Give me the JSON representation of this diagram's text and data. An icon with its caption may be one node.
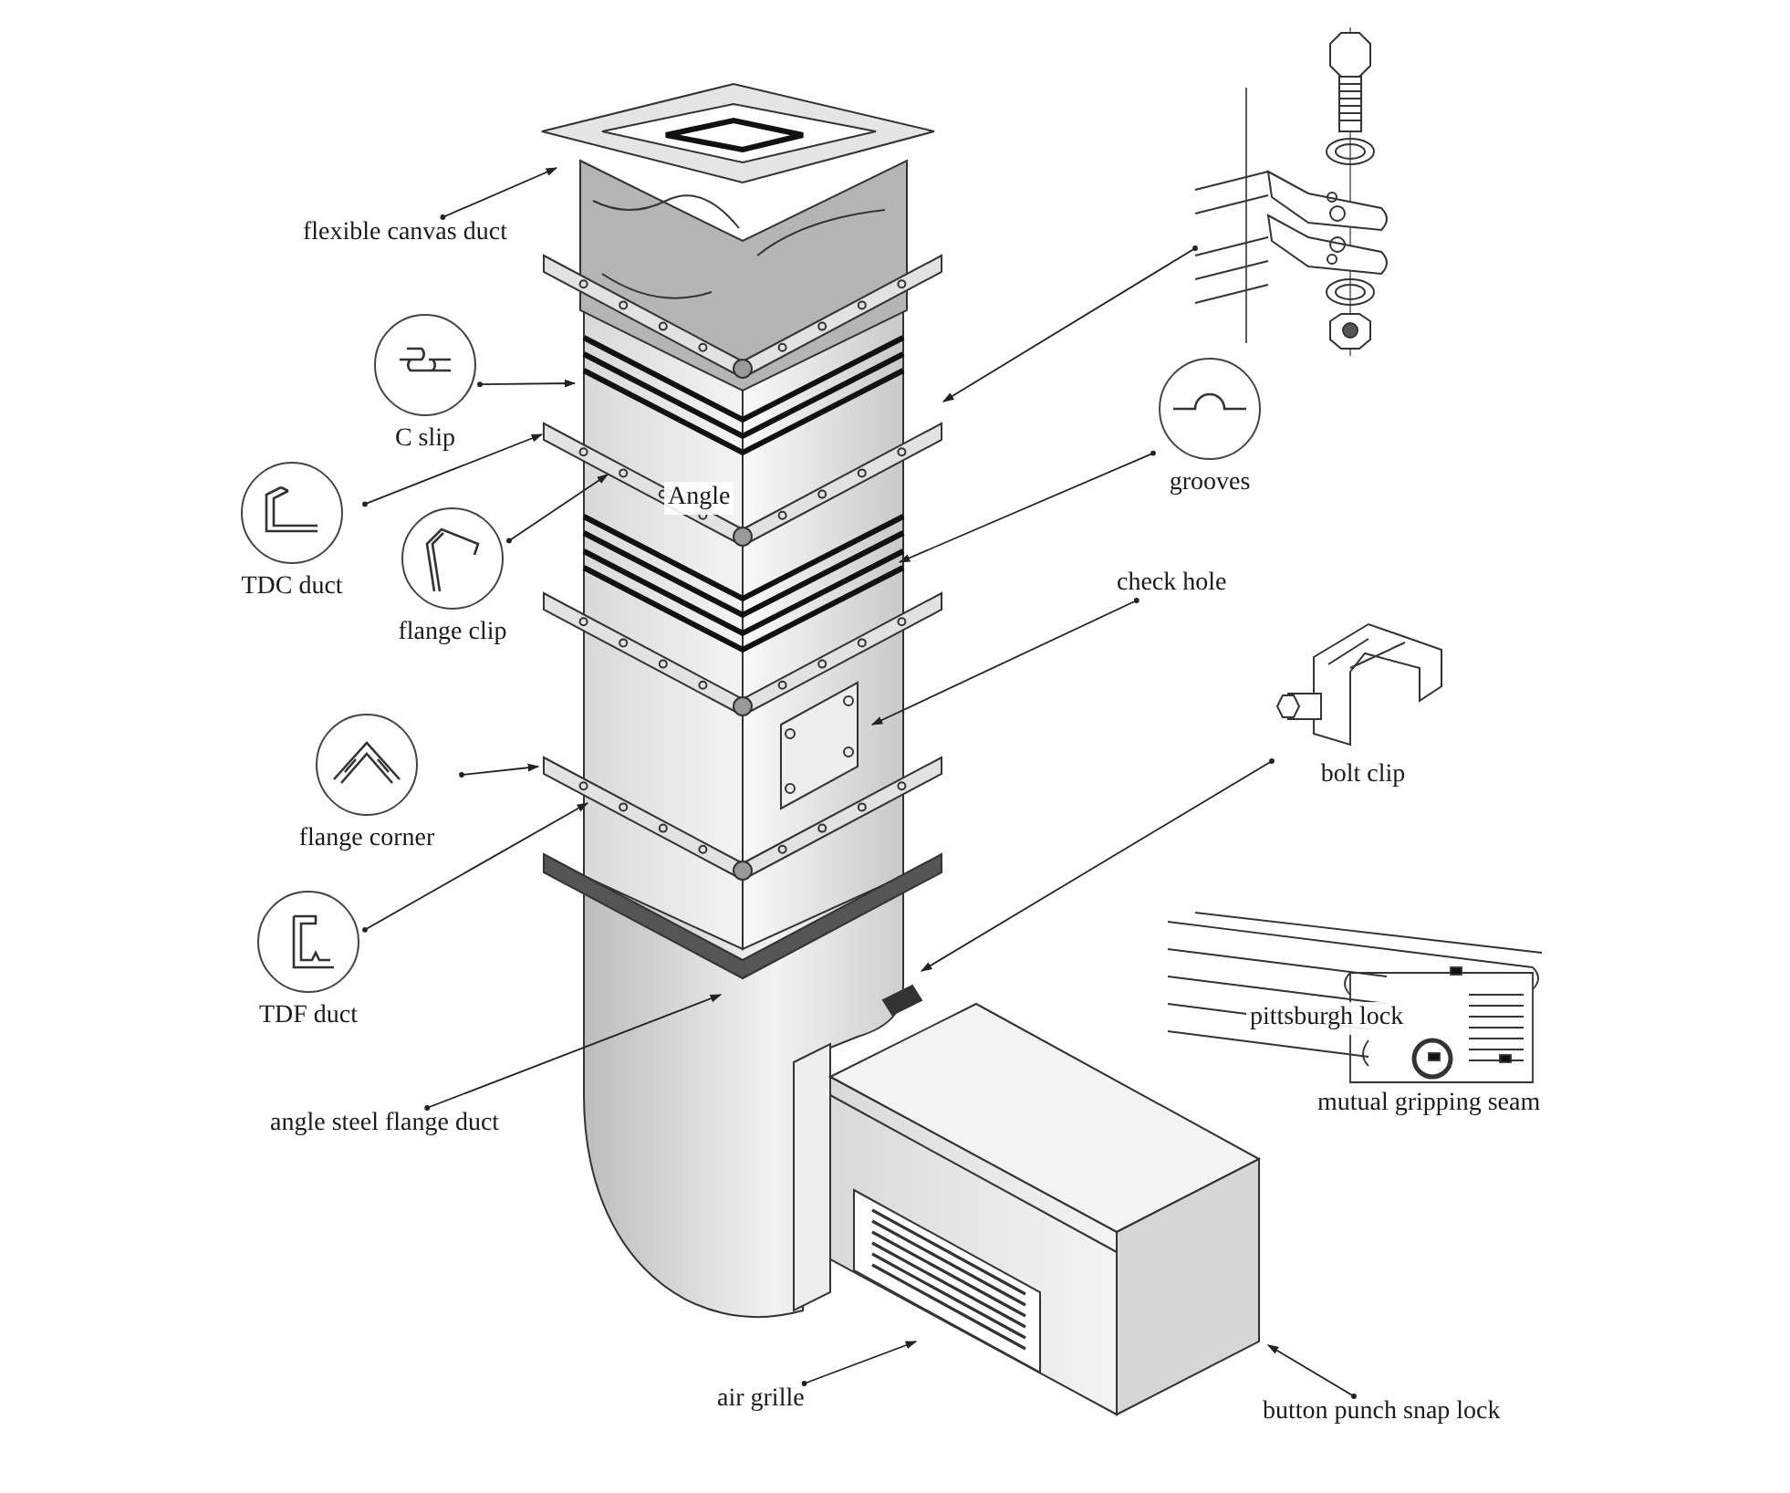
{
  "diagram": {
    "nodes": [
      {
        "text": [
          "flexible canvas duct"
        ]
      },
      {
        "text": [],
        "shape": "picture"
      },
      {
        "text": [
          "C slip"
        ]
      },
      {
        "text": [
          "grooves"
        ]
      },
      {
        "text": [
          "TDC duct"
        ]
      },
      {
        "text": [
          "flange clip"
        ]
      },
      {
        "text": [
          "check hole"
        ]
      },
      {
        "text": [
          "flange corner"
        ]
      },
      {
        "text": [
          "bolt clip"
        ]
      },
      {
        "text": [
          "TDF duct"
        ]
      },
      {
        "text": [
          "angle steel flange duct"
        ]
      },
      {
        "text": [
          "air grille"
        ]
      },
      {
        "text": [
          "button punch snap lock"
        ]
      }
    ],
    "edges": [
      {
        "from": 0,
        "to": null,
        "arrow": "to"
      },
      {
        "from": 2,
        "to": null,
        "arrow": "to"
      },
      {
        "from": 4,
        "to": null,
        "arrow": "to"
      },
      {
        "from": 5,
        "to": null,
        "arrow": "to"
      },
      {
        "from": 3,
        "to": null,
        "arrow": "to"
      },
      {
        "from": 1,
        "to": null,
        "arrow": "to"
      },
      {
        "from": 6,
        "to": null,
        "arrow": "to"
      },
      {
        "from": 7,
        "to": null,
        "arrow": "to"
      },
      {
        "from": 9,
        "to": null,
        "arrow": "to"
      },
      {
        "from": 10,
        "to": null,
        "arrow": "to"
      },
      {
        "from": 8,
        "to": null,
        "arrow": "to"
      },
      {
        "from": 11,
        "to": null,
        "arrow": "to"
      },
      {
        "from": 12,
        "to": null,
        "arrow": "to"
      }
    ],
    "labels": [
      "Angle",
      "pittsburgh lock",
      "mutual gripping seam"
    ]
  }
}
